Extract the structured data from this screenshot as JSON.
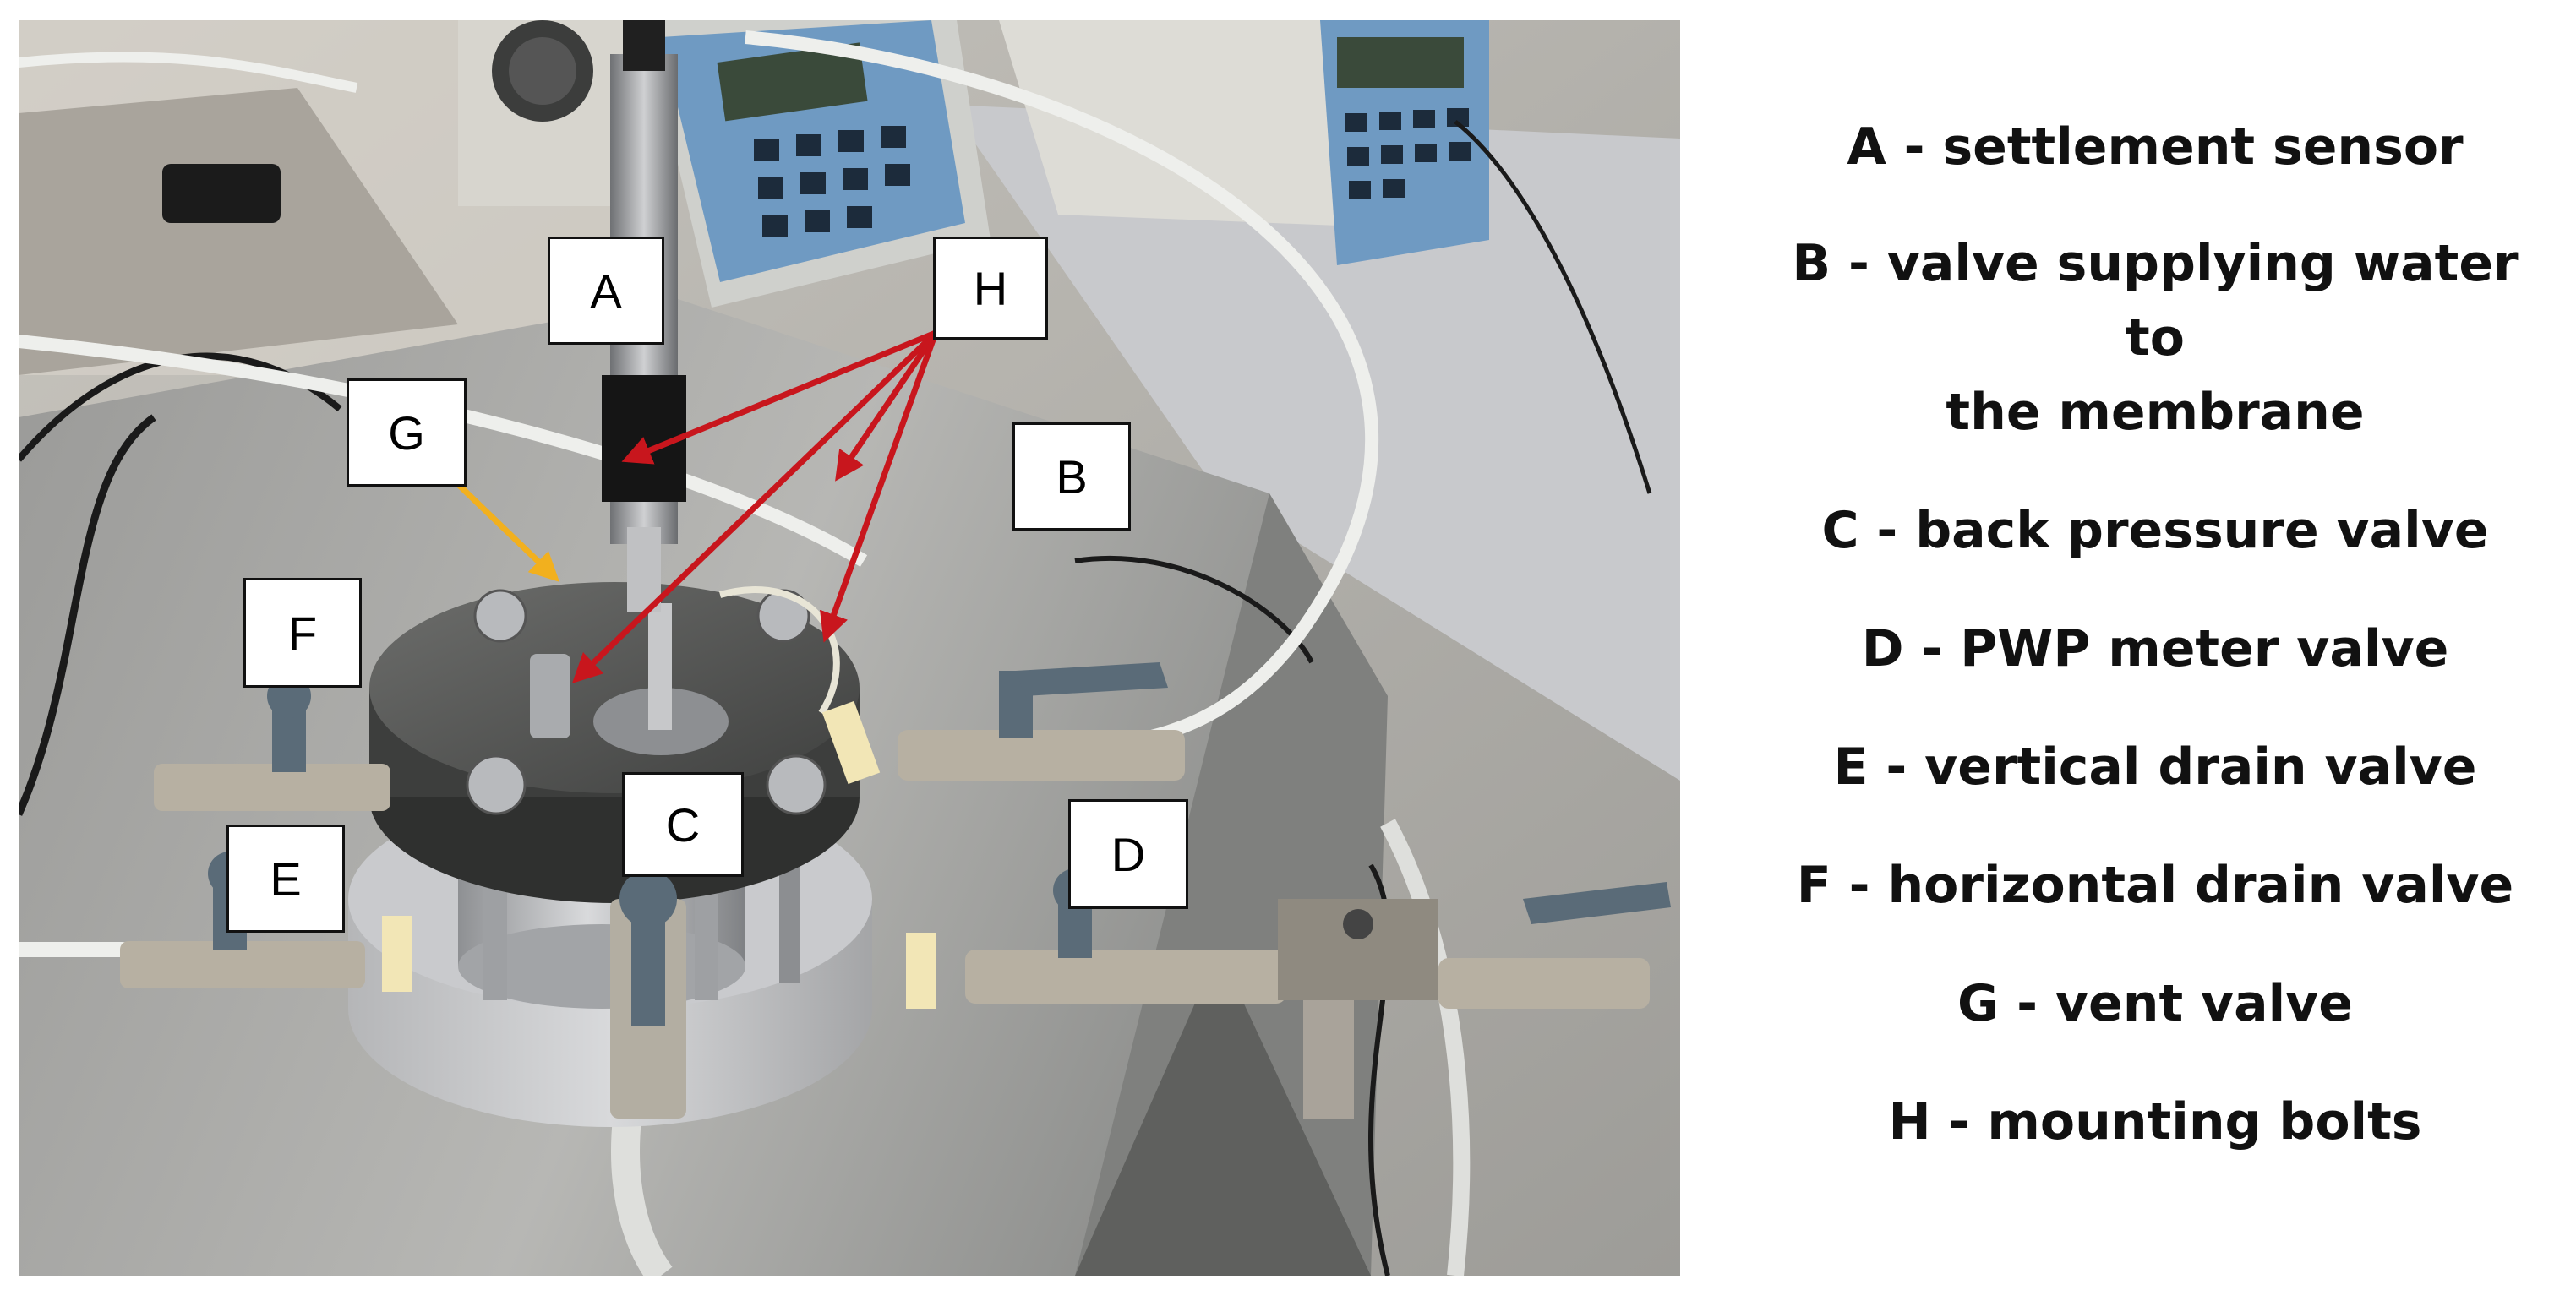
{
  "callouts": {
    "A": "A",
    "B": "B",
    "C": "C",
    "D": "D",
    "E": "E",
    "F": "F",
    "G": "G",
    "H": "H"
  },
  "legend": [
    "A - settlement sensor",
    "B - valve supplying water to\nthe membrane",
    "C - back pressure valve",
    "D - PWP meter valve",
    "E - vertical drain valve",
    "F - horizontal drain valve",
    "G - vent valve",
    "H - mounting bolts"
  ],
  "colors": {
    "arrow_red": "#c8161d",
    "arrow_yellow": "#f2b01e",
    "steel": "#8a8c8f",
    "dark_steel": "#4f504f",
    "valve_handle": "#5a6b78"
  }
}
